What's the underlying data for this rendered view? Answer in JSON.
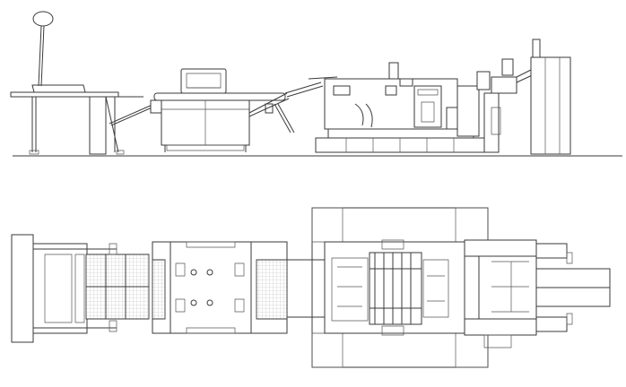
{
  "figure": {
    "views": [
      {
        "id": "side-elevation",
        "components": [
          "feeder-table",
          "dryer-conveyor",
          "printing-unit",
          "stacker-delivery"
        ]
      },
      {
        "id": "top-plan",
        "components": [
          "feeder-table",
          "dryer-conveyor",
          "printing-unit",
          "stacker-delivery"
        ]
      }
    ],
    "text_labels": [],
    "colors": {
      "line": "#3a3a3a",
      "background": "#ffffff",
      "hatch": "#bdbdbd"
    }
  }
}
